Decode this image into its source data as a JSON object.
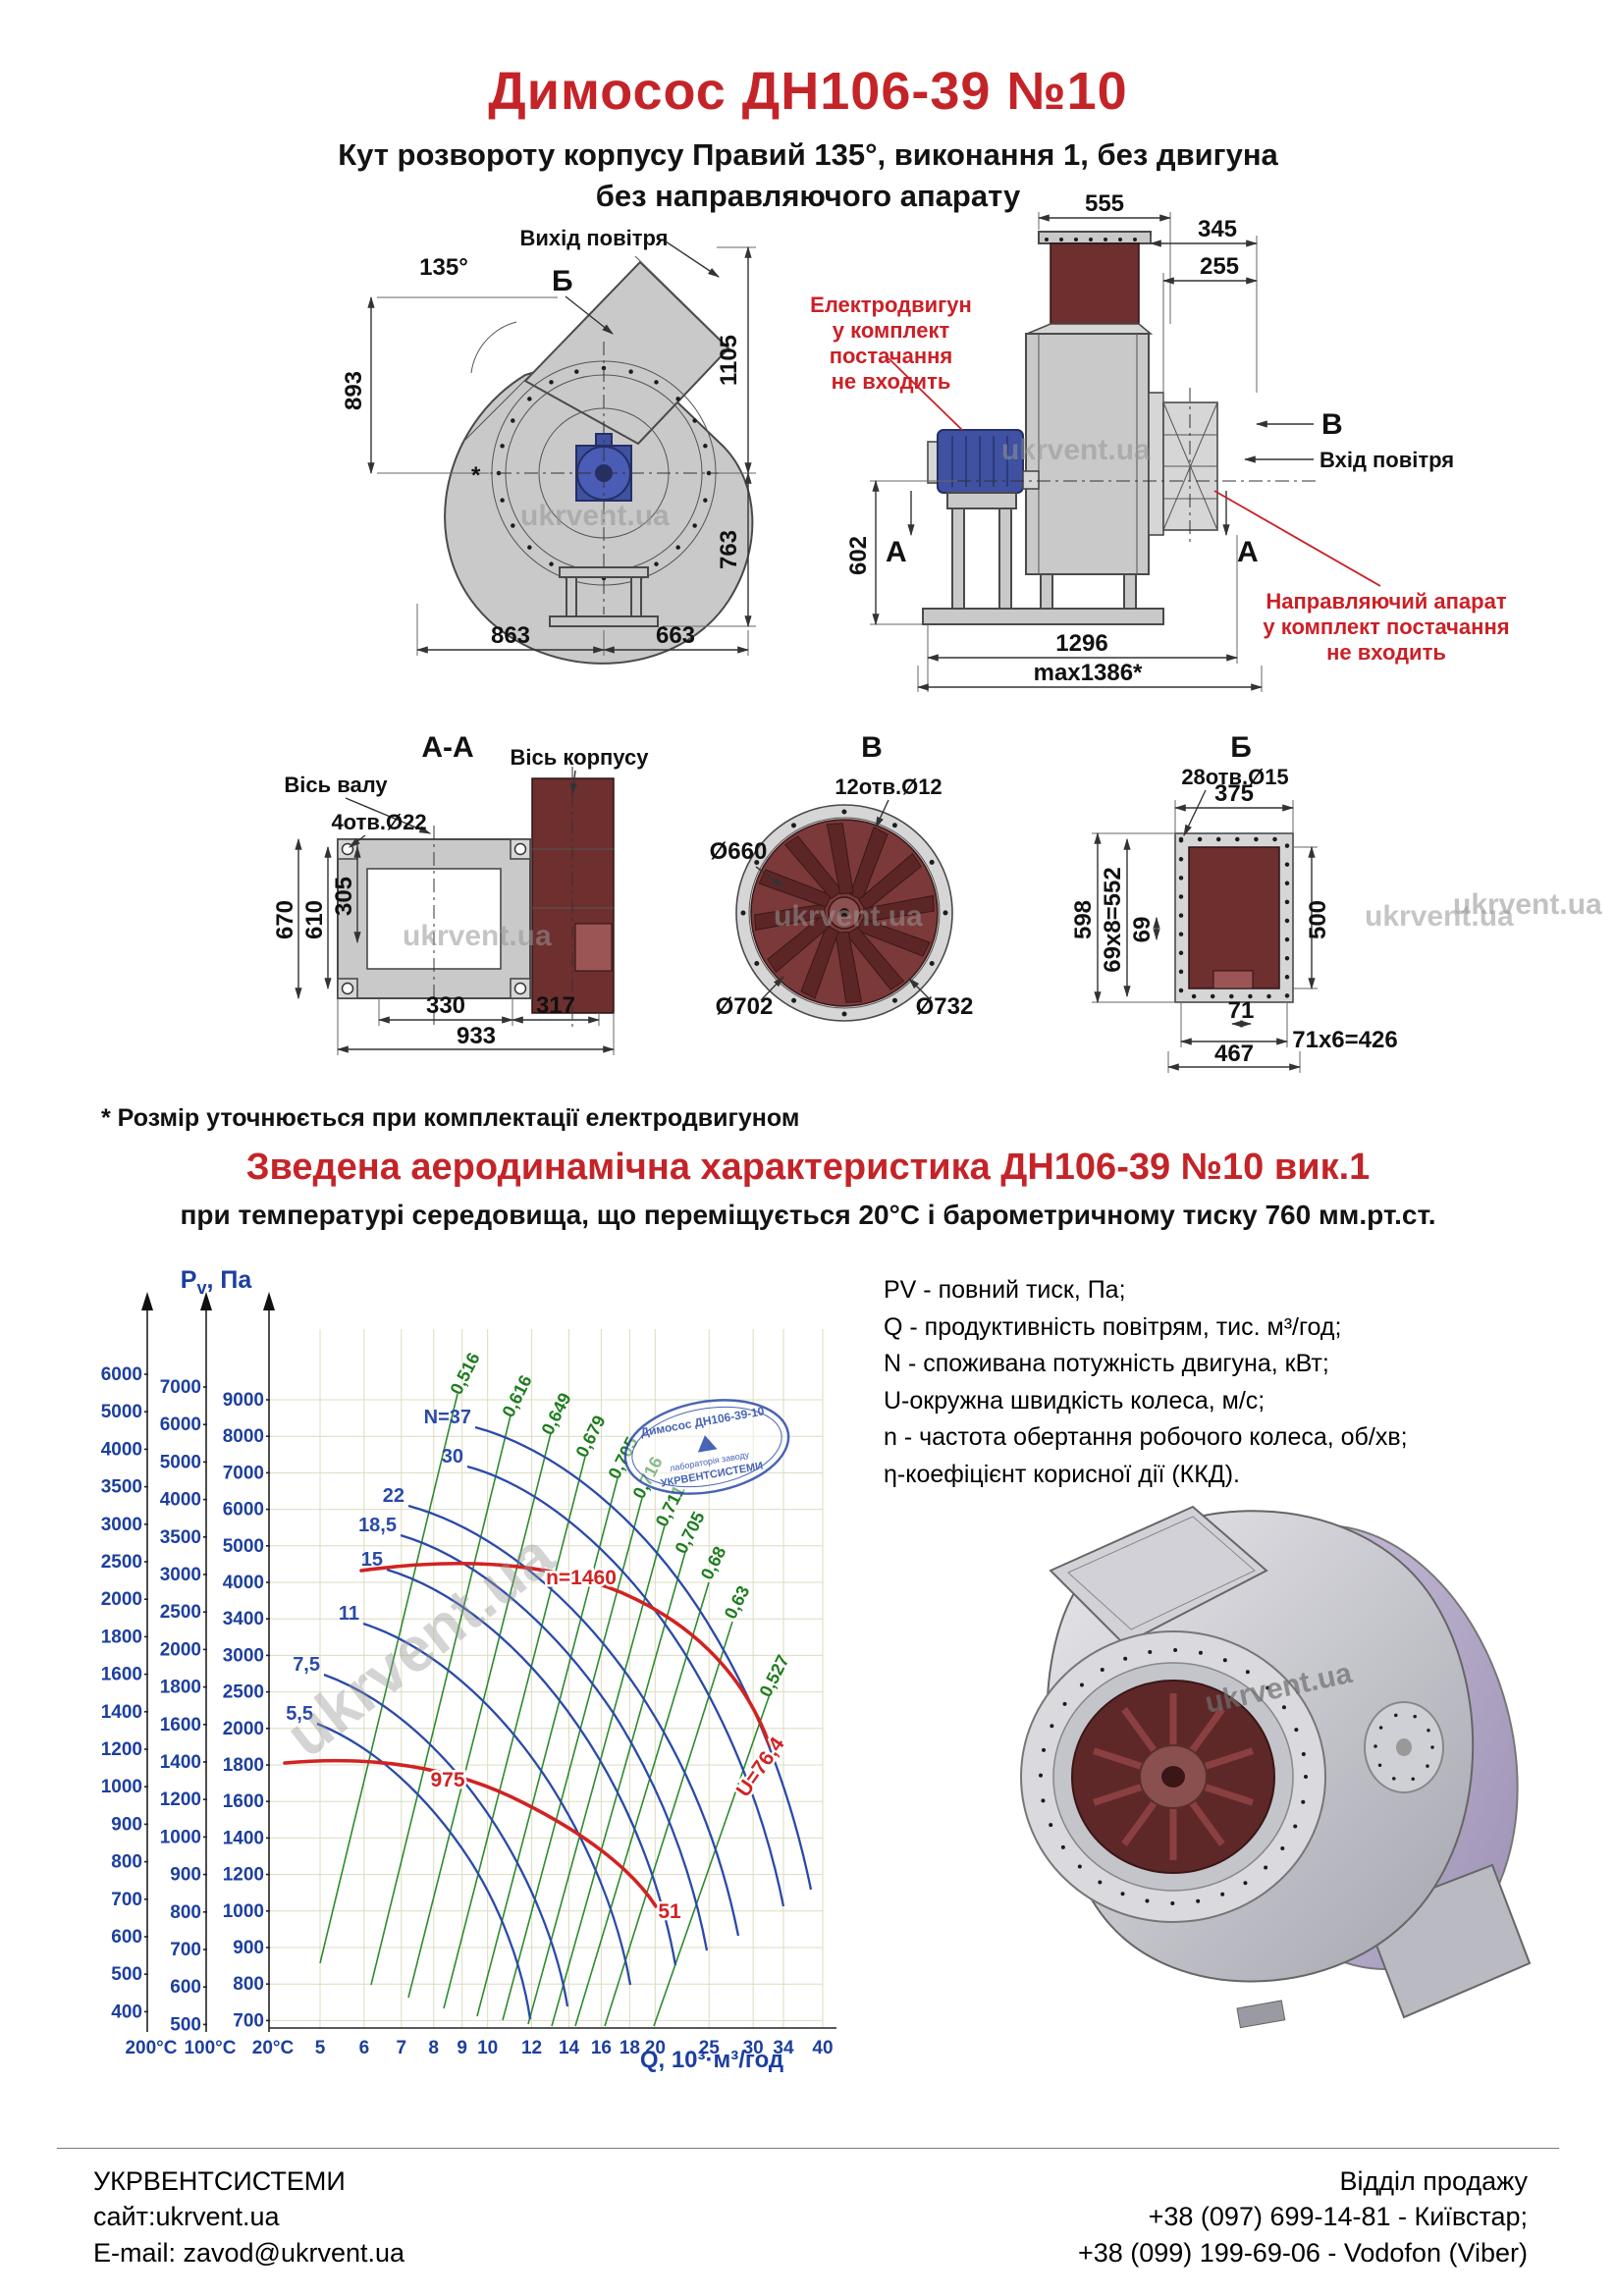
{
  "header": {
    "title": "Димосос  ДН106-39 №10",
    "subtitle1": "Кут розвороту корпусу Правий 135°, виконання 1, без двигуна",
    "subtitle2": "без направляючого апарату"
  },
  "watermark": "ukrvent.ua",
  "scroll_view": {
    "air_out": "Вихід повітря",
    "section_marker": "Б",
    "angle": "135°",
    "asterisk": "*",
    "dim_height_left": "893",
    "dim_height_top": "1105",
    "dim_height_bottom": "763",
    "dim_width_left": "863",
    "dim_width_right": "663"
  },
  "side_view": {
    "dim_555": "555",
    "dim_345": "345",
    "dim_255": "255",
    "dim_602": "602",
    "dim_1296": "1296",
    "dim_max": "max1386*",
    "marker_v": "В",
    "marker_a": "А",
    "air_in": "Вхід повітря",
    "note_motor": [
      "Електродвигун",
      "у комплект постачання",
      "не входить"
    ],
    "note_guide": [
      "Направляючий апарат",
      "у комплект постачання",
      "не входить"
    ]
  },
  "section_aa": {
    "title": "А-А",
    "axis_shaft": "Вісь валу",
    "axis_body": "Вісь корпусу",
    "holes": "4отв.Ø22",
    "dim_670": "670",
    "dim_610": "610",
    "dim_305": "305",
    "dim_330": "330",
    "dim_317": "317",
    "dim_933": "933"
  },
  "section_v": {
    "title": "В",
    "holes": "12отв.Ø12",
    "dia_inner": "Ø660",
    "dia_mid": "Ø702",
    "dia_outer": "Ø732"
  },
  "section_b": {
    "title": "Б",
    "holes": "28отв.Ø15",
    "dim_375": "375",
    "dim_598": "598",
    "dim_69x8": "69х8=552",
    "dim_69": "69",
    "dim_500": "500",
    "dim_71": "71",
    "dim_71x6": "71х6=426",
    "dim_467": "467"
  },
  "footnote": "* Розмір уточнюється при комплектації електродвигуном",
  "aero": {
    "heading": "Зведена аеродинамічна характеристика ДН106-39 №10 вик.1",
    "subheading": "при температурі середовища, що переміщується 20°С і барометричному тиску 760 мм.рт.ст.",
    "p_label": {
      "main": "P",
      "sub": "v",
      "rest": ", Па"
    },
    "legend": [
      "PV - повний тиск, Па;",
      "Q - продуктивність повітрям, тис. м³/год;",
      "N - споживана потужність двигуна, кВт;",
      "U-окружна швидкість колеса, м/с;",
      "n - частота обертання робочого колеса, об/хв;",
      "η-коефіцієнт корисної дії (ККД)."
    ]
  },
  "chart_data": {
    "type": "line",
    "title": "Зведена аеродинамічна характеристика ДН106-39 №10 вик.1",
    "y_axis_label": "Pv, Па",
    "x_axis_label": "Q, 10³·м³/год",
    "x_scale": "log",
    "y_scale": "log",
    "grid": true,
    "x_ticks": [
      5,
      6,
      7,
      8,
      9,
      10,
      12,
      14,
      16,
      18,
      20,
      25,
      30,
      34,
      40
    ],
    "y_axes": [
      {
        "temperature": "200°С",
        "ticks": [
          6000,
          5000,
          4000,
          3500,
          3000,
          2500,
          2000,
          1800,
          1600,
          1400,
          1200,
          1000,
          900,
          800,
          700,
          600,
          500,
          400
        ]
      },
      {
        "temperature": "100°С",
        "ticks": [
          7000,
          6000,
          5000,
          4000,
          3500,
          3000,
          2500,
          2000,
          1800,
          1600,
          1400,
          1200,
          1000,
          900,
          800,
          700,
          600,
          500
        ]
      },
      {
        "temperature": "20°С",
        "ticks": [
          9000,
          8000,
          7000,
          6000,
          5000,
          4000,
          3400,
          3000,
          2500,
          2000,
          1800,
          1600,
          1400,
          1200,
          1000,
          900,
          800,
          700
        ]
      }
    ],
    "power_curve_labels_kw": [
      "N=37",
      "30",
      "22",
      "18,5",
      "15",
      "11",
      "7,5",
      "5,5"
    ],
    "efficiency_labels": [
      "0,516",
      "0,616",
      "0,649",
      "0,679",
      "0,705",
      "0,716",
      "0,711",
      "0,705",
      "0,68",
      "0,63",
      "0,527"
    ],
    "speed_curves": [
      {
        "label": "n=1460",
        "u_label": "U=76,4",
        "points_q_p20": [
          [
            6,
            4700
          ],
          [
            10,
            4650
          ],
          [
            14,
            4500
          ],
          [
            18,
            4200
          ],
          [
            22,
            3700
          ],
          [
            26,
            3000
          ],
          [
            30,
            2100
          ]
        ]
      },
      {
        "label": "975",
        "u_label": "51",
        "points_q_p20": [
          [
            5,
            2100
          ],
          [
            8,
            2060
          ],
          [
            12,
            1960
          ],
          [
            16,
            1750
          ],
          [
            18,
            1500
          ],
          [
            20,
            1100
          ]
        ]
      }
    ],
    "stamp": [
      "Димосос ДН106-39-10",
      "лабораторія заводу",
      "УКРВЕНТСИСТЕМИ"
    ]
  },
  "footer": {
    "company": "УКРВЕНТСИСТЕМИ",
    "site": "сайт:ukrvent.ua",
    "email": "E-mail: zavod@ukrvent.ua",
    "sales_title": "Відділ продажу",
    "phone1": "+38 (097) 699-14-81 - Київстар;",
    "phone2": "+38 (099) 199-69-06 - Vodofon (Viber)"
  }
}
